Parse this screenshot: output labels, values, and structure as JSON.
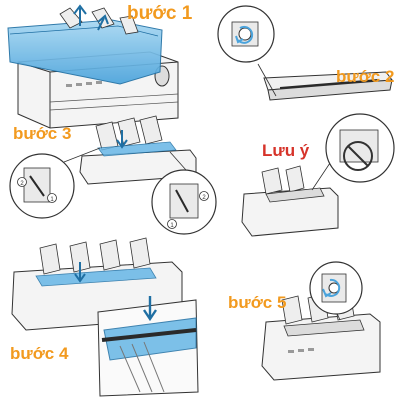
{
  "labels": {
    "step1": "bước 1",
    "step2": "bước 2",
    "step3": "bước 3",
    "note": "Lưu ý",
    "step4": "bước 4",
    "step5": "bước 5"
  },
  "callouts": {
    "one": "1",
    "two": "2"
  },
  "colors": {
    "label_orange": "#f29a1f",
    "label_red": "#d6332a",
    "accent_blue": "#67b6e6",
    "ribbon_dark": "#2a2a2a",
    "line": "#333333"
  }
}
